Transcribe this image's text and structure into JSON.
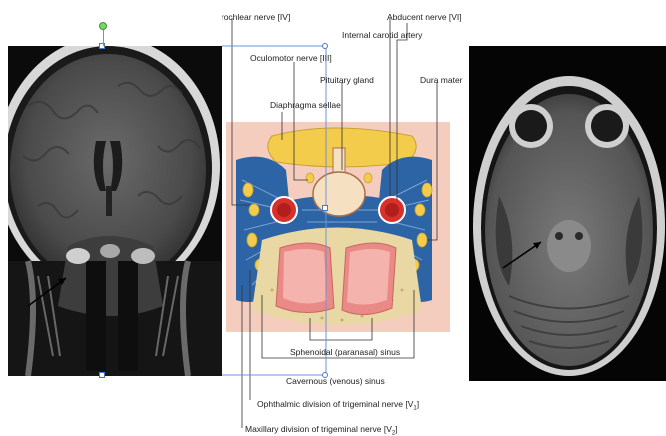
{
  "labels": {
    "trochlear": "Trochlear nerve [IV]",
    "abducent": "Abducent nerve [VI]",
    "internal_carotid": "Internal carotid artery",
    "oculomotor": "Oculomotor nerve [III]",
    "pituitary": "Pituitary gland",
    "dura": "Dura mater",
    "diaphragma": "Diaphragma sellae",
    "sphenoidal": "Sphenoidal (paranasal) sinus",
    "cavernous": "Cavernous (venous) sinus",
    "ophthalmic": "Ophthalmic division of trigeminal nerve [V",
    "ophthalmic_sub": "1",
    "maxillary": "Maxillary division of trigeminal nerve [V",
    "maxillary_sub": "2"
  },
  "colors": {
    "dura_pink": "#f4cdbf",
    "venous_blue": "#2d64a6",
    "artery_red": "#d8302a",
    "nerve_yellow": "#f3cc4b",
    "sinus_pink": "#e98a86",
    "bone": "#e9d8a4",
    "selection": "#6d93d6",
    "rotate_handle": "#7bd36a"
  },
  "images": {
    "left": "mri-coronal",
    "right": "mri-axial"
  }
}
